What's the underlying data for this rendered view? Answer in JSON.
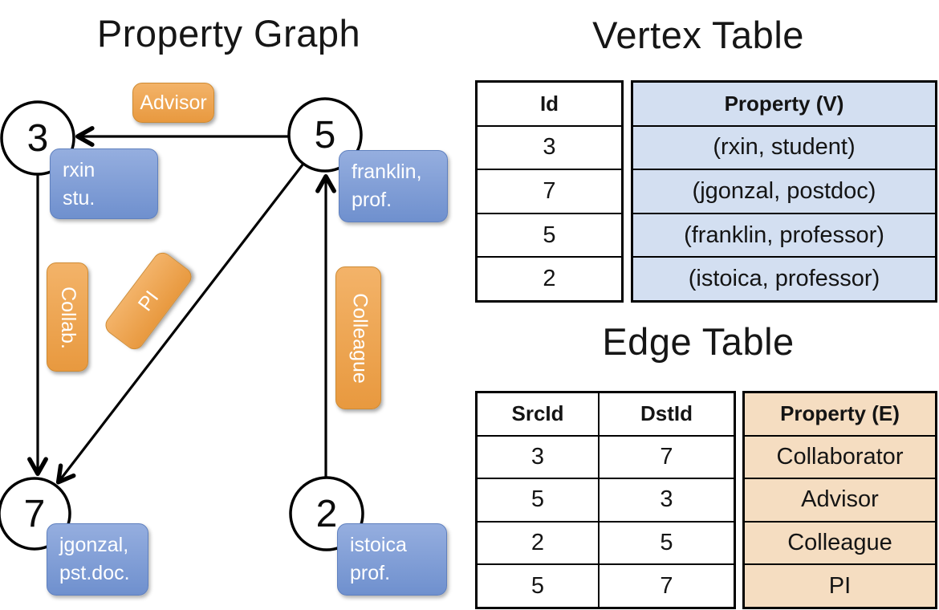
{
  "graph": {
    "title": "Property Graph",
    "nodes": [
      {
        "id": "3",
        "line1": "rxin",
        "line2": "stu."
      },
      {
        "id": "5",
        "line1": "franklin,",
        "line2": "prof."
      },
      {
        "id": "7",
        "line1": "jgonzal,",
        "line2": "pst.doc."
      },
      {
        "id": "2",
        "line1": "istoica",
        "line2": "prof."
      }
    ],
    "edge_labels": {
      "advisor": "Advisor",
      "collab": "Collab.",
      "pi": "PI",
      "colleague": "Colleague"
    }
  },
  "vertex_table": {
    "title": "Vertex Table",
    "columns": {
      "id": "Id",
      "property": "Property (V)"
    },
    "rows": [
      {
        "id": "3",
        "property": "(rxin, student)"
      },
      {
        "id": "7",
        "property": "(jgonzal, postdoc)"
      },
      {
        "id": "5",
        "property": "(franklin, professor)"
      },
      {
        "id": "2",
        "property": "(istoica, professor)"
      }
    ]
  },
  "edge_table": {
    "title": "Edge Table",
    "columns": {
      "src": "SrcId",
      "dst": "DstId",
      "property": "Property (E)"
    },
    "rows": [
      {
        "src": "3",
        "dst": "7",
        "property": "Collaborator"
      },
      {
        "src": "5",
        "dst": "3",
        "property": "Advisor"
      },
      {
        "src": "2",
        "dst": "5",
        "property": "Colleague"
      },
      {
        "src": "5",
        "dst": "7",
        "property": "PI"
      }
    ]
  },
  "colors": {
    "orange_light": "#F3B369",
    "orange_dark": "#E8993F",
    "blue_light": "#95AEDF",
    "blue_dark": "#6F90CE",
    "table_blue": "#D3DFF1",
    "table_tan": "#F5DDC1",
    "line_black": "#000000"
  }
}
